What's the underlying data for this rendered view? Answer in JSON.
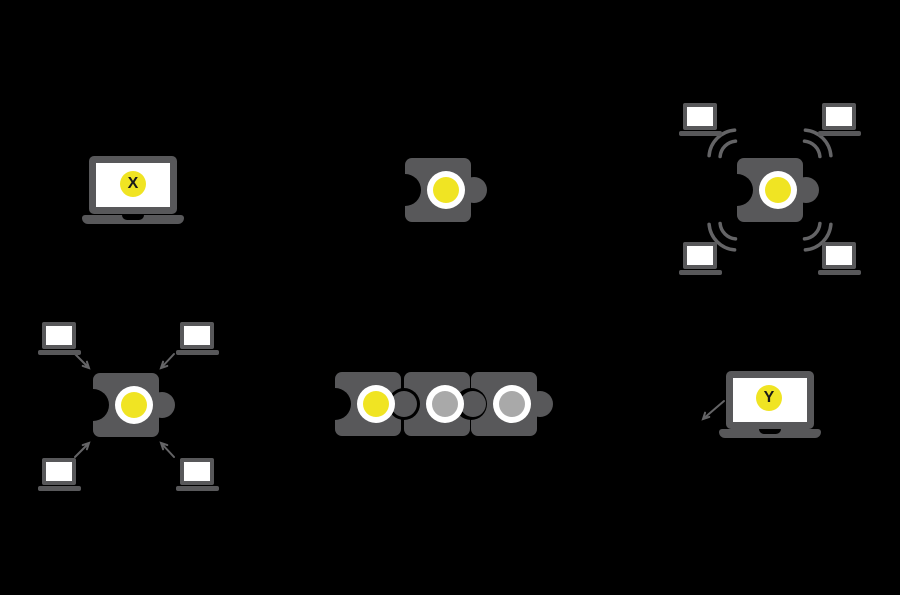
{
  "background": "#000000",
  "colors": {
    "puzzle_gray": "#58585a",
    "accent_yellow": "#f0e423",
    "inactive_silver": "#a9a9a9",
    "ring_white": "#ffffff",
    "line_gray": "#646466",
    "canvas_black": "#000000"
  },
  "scene": {
    "laptop_x": {
      "badge": "X"
    },
    "single_extension": {
      "indicator": "yellow"
    },
    "broadcast_cluster": {
      "laptops": 4,
      "signal_arcs_per_corner": 2
    },
    "inbound_cluster": {
      "laptops": 4,
      "arrows": 4
    },
    "extension_chain": {
      "pieces": 3,
      "indicators": [
        "yellow",
        "silver",
        "silver"
      ]
    },
    "laptop_y": {
      "badge": "Y"
    }
  }
}
